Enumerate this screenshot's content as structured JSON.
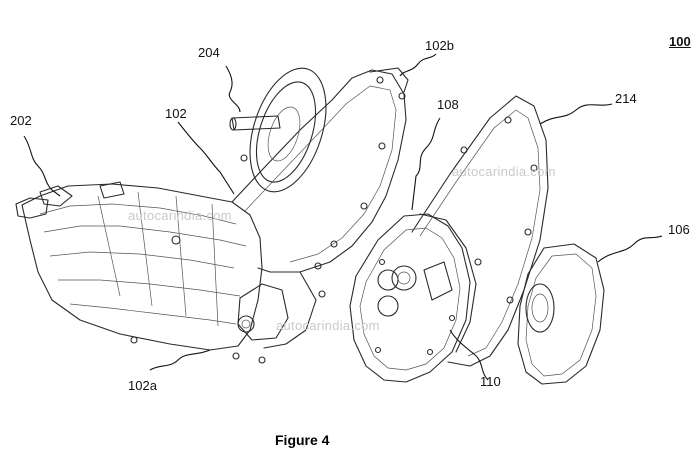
{
  "figure": {
    "number_label": "100",
    "caption": "Figure 4"
  },
  "reference_labels": {
    "l204": "204",
    "l102b": "102b",
    "l108": "108",
    "l214": "214",
    "l202": "202",
    "l102": "102",
    "l106": "106",
    "l102a": "102a",
    "l110": "110"
  },
  "watermark": {
    "text": "autocarindia.com"
  }
}
